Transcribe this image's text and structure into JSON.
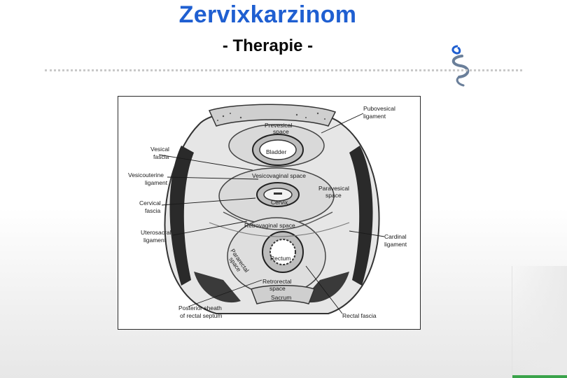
{
  "slide": {
    "title": "Zervixkarzinom",
    "subtitle": "- Therapie -"
  },
  "figure": {
    "labels": {
      "pubovesical_1": "Pubovesical",
      "pubovesical_2": "ligament",
      "prevesical_1": "Prevesical",
      "prevesical_2": "space",
      "vesical_fascia_1": "Vesical",
      "vesical_fascia_2": "fascia",
      "bladder": "Bladder",
      "vesicouterine_1": "Vesicouterine",
      "vesicouterine_2": "ligament",
      "vesicovaginal_space": "Vesicovaginal space",
      "paravesical_1": "Paravesical",
      "paravesical_2": "space",
      "cervix": "Cervix",
      "cervical_fascia_1": "Cervical",
      "cervical_fascia_2": "fascia",
      "retrovaginal_space": "Retrovaginal space",
      "uterosacral_1": "Uterosacral",
      "uterosacral_2": "ligament",
      "cardinal_1": "Cardinal",
      "cardinal_2": "ligament",
      "pararectal_1": "Pararectal",
      "pararectal_2": "space",
      "rectum": "Rectum",
      "retrorectal_1": "Retrorectal",
      "retrorectal_2": "space",
      "sacrum": "Sacrum",
      "posterior_sheath_1": "Posterior sheath",
      "posterior_sheath_2": "of rectal septum",
      "rectal_fascia": "Rectal fascia"
    }
  },
  "colors": {
    "title": "#1f5fd1",
    "accent_green": "#3aa34a",
    "logo_blue": "#1f5fd1"
  },
  "icons": {
    "logo": "stylized-figure-logo"
  }
}
